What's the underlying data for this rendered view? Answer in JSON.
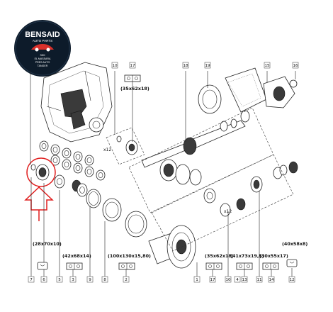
{
  "logo": {
    "brand": "BENSAID",
    "subtitle": "AUTO PARTS",
    "line1": "SIDI",
    "line2": "EL MASSARA",
    "line3": "PRES AUTO",
    "line4": "TANGER"
  },
  "part_numbers": {
    "p7": "7",
    "p6": "6",
    "p5": "5",
    "p3": "3",
    "p9": "9",
    "p8": "8",
    "p2": "2",
    "p1": "1",
    "p17b": "17",
    "p10b": "10",
    "p4": "4",
    "p13": "13",
    "p11": "11",
    "p14": "14",
    "p12": "12",
    "p10t": "10",
    "p17t": "17",
    "p18": "18",
    "p19": "19",
    "p15": "15",
    "p16": "16"
  },
  "dimensions": {
    "d28": "(28x70x10)",
    "d42": "(42x68x14)",
    "d100": "(100x130x15,80)",
    "d35b": "(35x62x18)",
    "d41": "(41x73x19,5)",
    "d30": "(30x55x17)",
    "d40": "(40x58x8)",
    "d35t": "(35x62x18)"
  },
  "callouts": {
    "c1": "x12",
    "c2": "x12"
  },
  "colors": {
    "highlight": "#e01d1d",
    "line": "#222222",
    "dark_part": "#3a3a3a",
    "logo_bg": "#0d1b2a",
    "logo_accent": "#d9302b"
  }
}
